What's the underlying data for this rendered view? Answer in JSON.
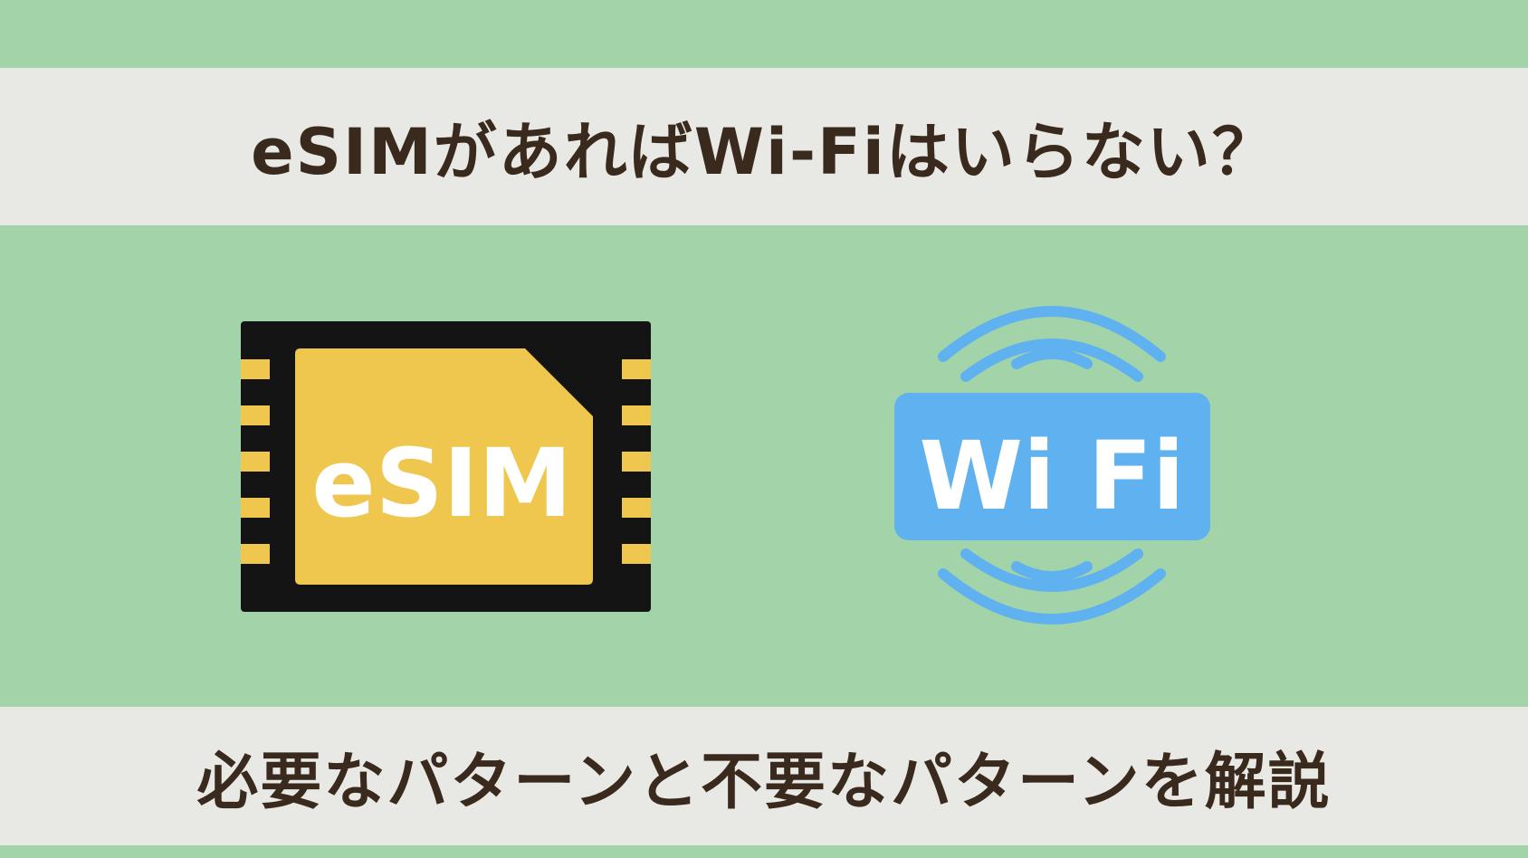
{
  "header": {
    "title": "eSIMがあればWi-Fiはいらない？"
  },
  "illustration": {
    "esim_label": "eSIM",
    "wifi_label": "Wi Fi"
  },
  "footer": {
    "subtitle": "必要なパターンと不要なパターンを解説"
  },
  "colors": {
    "background": "#a3d4a9",
    "band": "#e8e8e4",
    "text": "#3a2a1e",
    "chip_body": "#141414",
    "chip_gold": "#efc74e",
    "wifi_blue": "#5fb1ef"
  }
}
